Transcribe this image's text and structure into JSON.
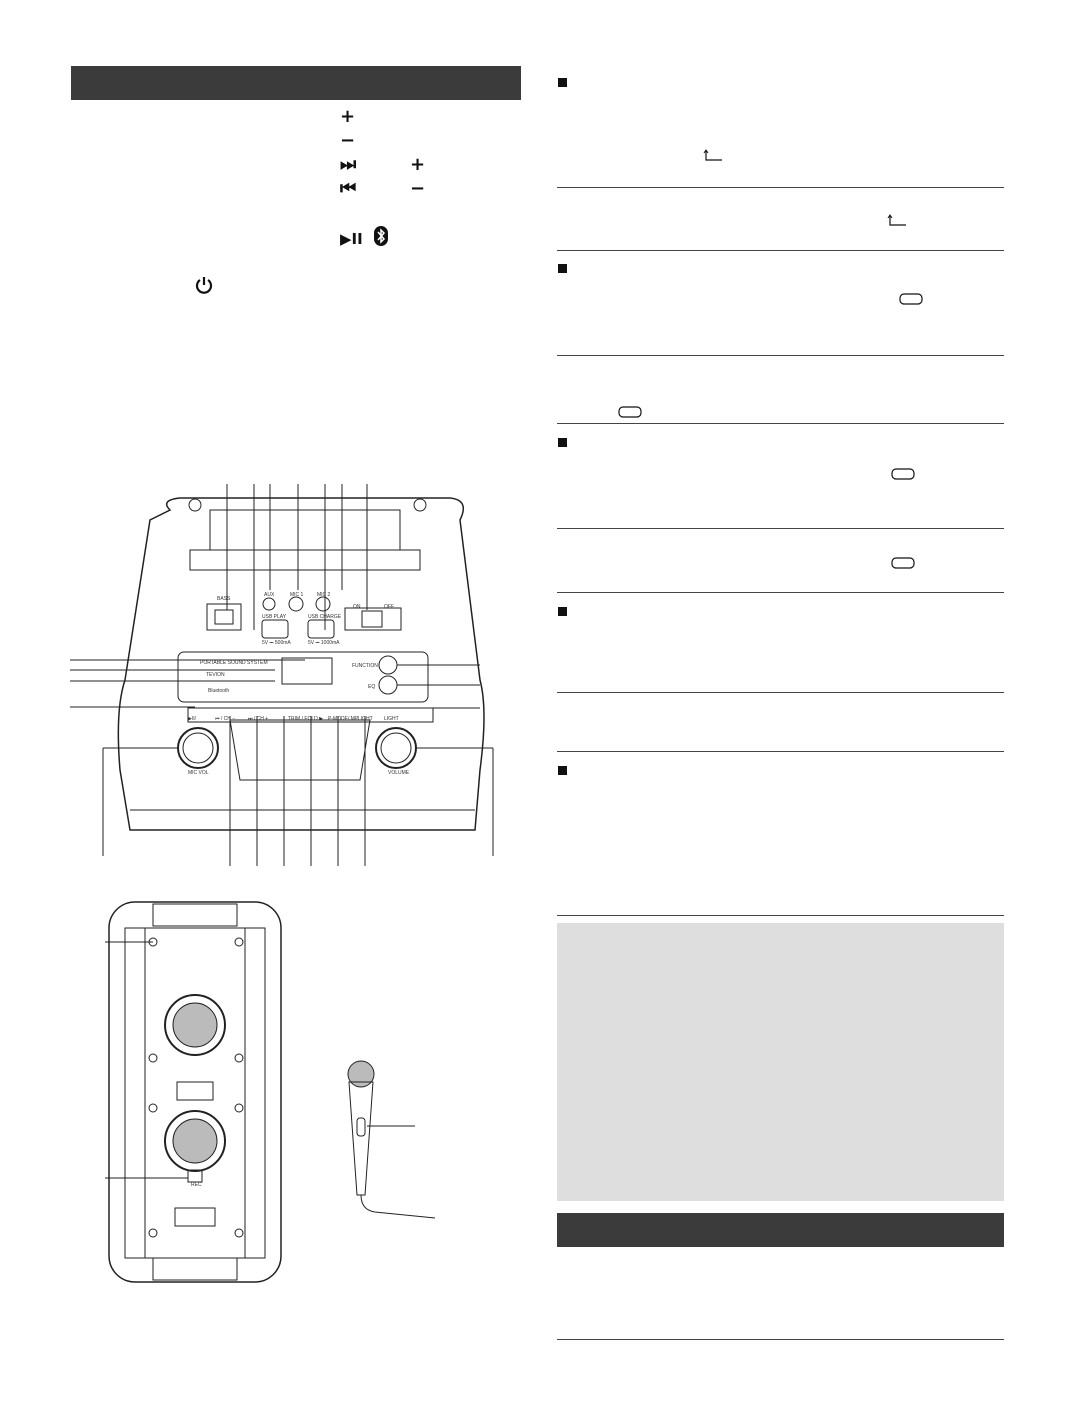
{
  "icons": {
    "plus": "+",
    "minus": "−",
    "next": "⏭",
    "prev": "⏮",
    "play_pause": "▶II",
    "bluetooth": "bluetooth-icon",
    "power": "power-icon",
    "repeat_one": "repeat-one-icon",
    "repeat_all": "repeat-all-icon"
  },
  "panel": {
    "bass": "BASS",
    "aux": "AUX",
    "mic1": "MIC 1",
    "mic2": "MIC 2",
    "usb_play": "USB PLAY",
    "usb_charge": "USB CHARGE",
    "usb_spec_1": "5V ⎓ 500mA",
    "usb_spec_2": "5V ⎓ 1000mA",
    "on": "ON",
    "off": "OFF",
    "system_name": "PORTABLE SOUND SYSTEM",
    "brand": "TEVION",
    "function": "FUNCTION",
    "eq": "EQ",
    "bluetooth_label": "Bluetooth",
    "mic_vol": "MIC VOL",
    "volume": "VOLUME",
    "buttons": [
      "▶II/ ",
      "⏮ / CH −",
      "⏭ / CH +",
      "TRIM / FOLD ▶",
      "P-MODE/ MP",
      "LIGHT",
      "LIGHT"
    ],
    "rec": "REC"
  }
}
